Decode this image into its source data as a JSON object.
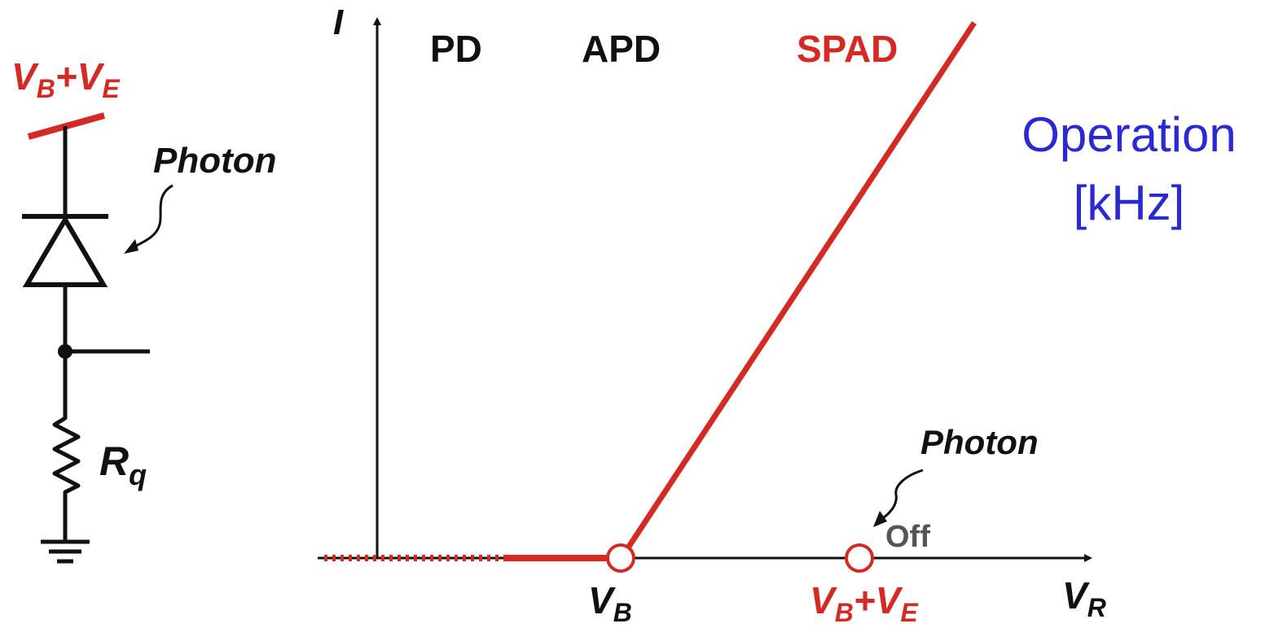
{
  "colors": {
    "ink": "#111111",
    "accent_red": "#d42a24",
    "operation_blue": "#2a2ad0",
    "off_gray": "#555555"
  },
  "circuit": {
    "supply": {
      "main": "V",
      "sub1": "B",
      "plus": "+",
      "main2": "V",
      "sub2": "E"
    },
    "photon_label": "Photon",
    "resistor": {
      "main": "R",
      "sub": "q"
    }
  },
  "graph": {
    "y_axis_label": "I",
    "x_axis": {
      "main": "V",
      "sub": "R"
    },
    "regions": {
      "pd": "PD",
      "apd": "APD",
      "spad": "SPAD"
    },
    "breakdown_marker": {
      "main": "V",
      "sub": "B"
    },
    "excess_marker": {
      "main": "V",
      "sub1": "B",
      "plus": "+",
      "main2": "V",
      "sub2": "E"
    },
    "photon_label": "Photon",
    "off_label": "Off"
  },
  "operation": {
    "line1": "Operation",
    "line2": "[kHz]"
  },
  "icons": [
    "diode-icon",
    "resistor-icon",
    "ground-icon",
    "photon-arrow-icon"
  ]
}
